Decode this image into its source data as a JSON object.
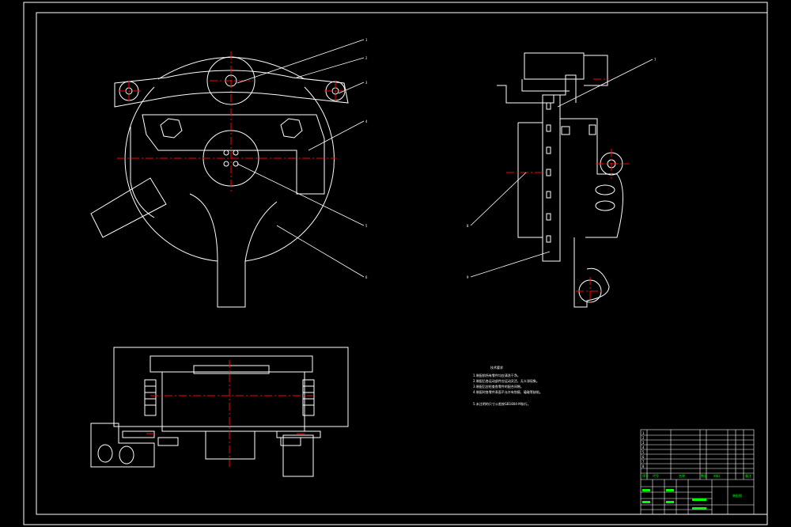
{
  "drawing": {
    "background": "#000000",
    "line_color": "#ffffff",
    "center_line_color": "#ff0000",
    "title_block_text_color": "#00ff00"
  },
  "callouts": [
    "1",
    "2",
    "3",
    "4",
    "5",
    "6",
    "7",
    "8",
    "9"
  ],
  "notes": {
    "heading": "技术要求",
    "items": [
      "1.装配前所有零件均应清洗干净。",
      "2.装配后各运动部件应运动灵活，无卡滞现象。",
      "3.装配后应检查各零件的配合间隙。",
      "4.装配时各零件表面不允许有划痕、磕碰等缺陷。",
      "5.未注明的尺寸公差按GB1804-M执行。"
    ]
  },
  "title_block": {
    "part_rows": [
      {
        "no": "1",
        "name": "",
        "qty": "",
        "material": ""
      },
      {
        "no": "2",
        "name": "",
        "qty": "",
        "material": ""
      },
      {
        "no": "3",
        "name": "",
        "qty": "",
        "material": ""
      },
      {
        "no": "4",
        "name": "",
        "qty": "",
        "material": ""
      },
      {
        "no": "5",
        "name": "",
        "qty": "",
        "material": ""
      },
      {
        "no": "6",
        "name": "",
        "qty": "",
        "material": ""
      },
      {
        "no": "7",
        "name": "",
        "qty": "",
        "material": ""
      },
      {
        "no": "8",
        "name": "",
        "qty": "",
        "material": ""
      }
    ],
    "header_labels": [
      "序号",
      "代号",
      "名称",
      "数量",
      "材料",
      "备注"
    ],
    "drawing_title": "装配图"
  }
}
